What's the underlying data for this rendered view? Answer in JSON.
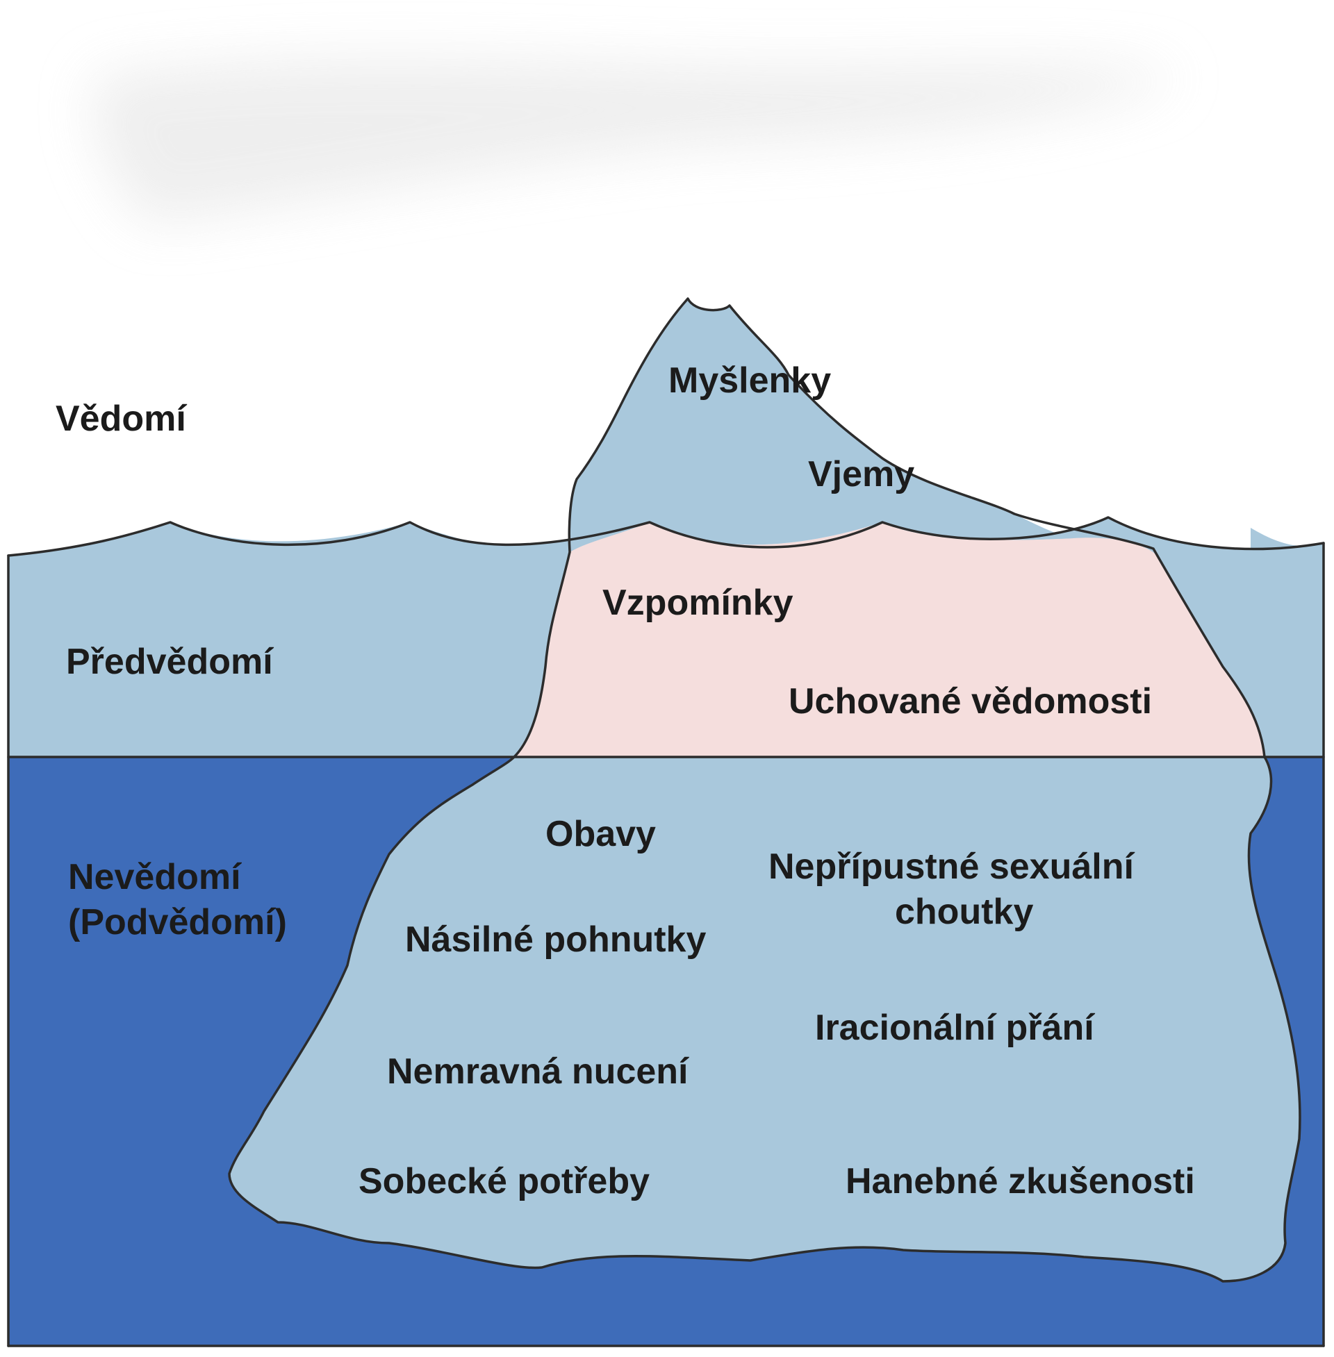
{
  "colors": {
    "background": "#ffffff",
    "preconscious_water": "#a9c8dc",
    "unconscious_water": "#3e6cb9",
    "iceberg_ice": "#a9c8dc",
    "memory_zone": "#f5dedd",
    "outline": "#2c2c2c",
    "text": "#1b1b1b"
  },
  "levels": {
    "conscious": "Vědomí",
    "preconscious": "Předvědomí",
    "unconscious_line1": "Nevědomí",
    "unconscious_line2": "(Podvědomí)"
  },
  "iceberg": {
    "above_water": [
      "Myšlenky",
      "Vjemy"
    ],
    "preconscious": [
      "Vzpomínky",
      "Uchované vědomosti"
    ],
    "unconscious": {
      "obavy": "Obavy",
      "sexual_line1": "Nepřípustné sexuální",
      "sexual_line2": "choutky",
      "nasilne": "Násilné pohnutky",
      "iracionalni": "Iracionální přání",
      "nemravna": "Nemravná nucení",
      "sobecke": "Sobecké potřeby",
      "hanebne": "Hanebné zkušenosti"
    }
  }
}
